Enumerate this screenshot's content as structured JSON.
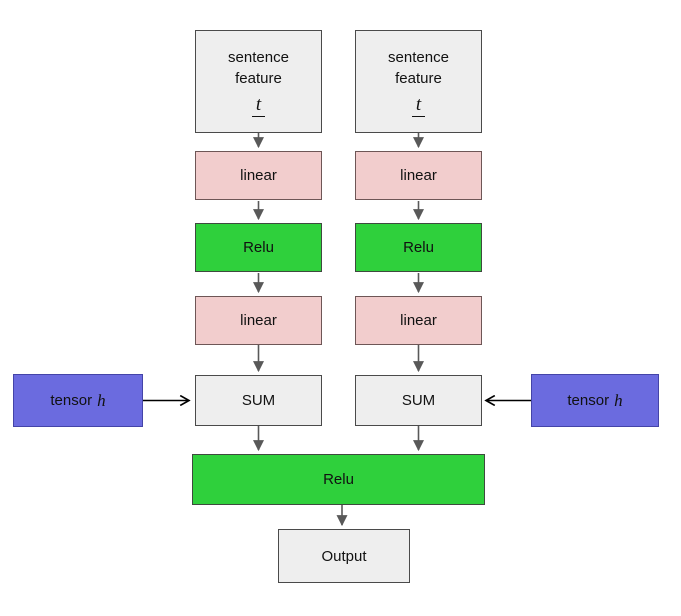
{
  "colors": {
    "background": "#ffffff",
    "box_gray_fill": "#eeeeee",
    "box_gray_border": "#4a4a4a",
    "box_pink_fill": "#f2cdcd",
    "box_pink_border": "#6e5656",
    "box_green_fill": "#2fd03c",
    "box_green_border": "#3e4a3e",
    "box_purple_fill": "#6b6bdf",
    "box_purple_border": "#4444a8",
    "arrow_gray": "#595959",
    "arrow_black": "#000000",
    "text": "#111111"
  },
  "diagram": {
    "branches": [
      {
        "feature_line1": "sentence",
        "feature_line2": "feature",
        "feature_symbol": "t",
        "linear_top": "linear",
        "relu": "Relu",
        "linear_bottom": "linear",
        "sum": "SUM"
      },
      {
        "feature_line1": "sentence",
        "feature_line2": "feature",
        "feature_symbol": "t",
        "linear_top": "linear",
        "relu": "Relu",
        "linear_bottom": "linear",
        "sum": "SUM"
      }
    ],
    "tensor_left": {
      "label": "tensor",
      "symbol": "h"
    },
    "tensor_right": {
      "label": "tensor",
      "symbol": "h"
    },
    "final_relu": "Relu",
    "output": "Output"
  }
}
